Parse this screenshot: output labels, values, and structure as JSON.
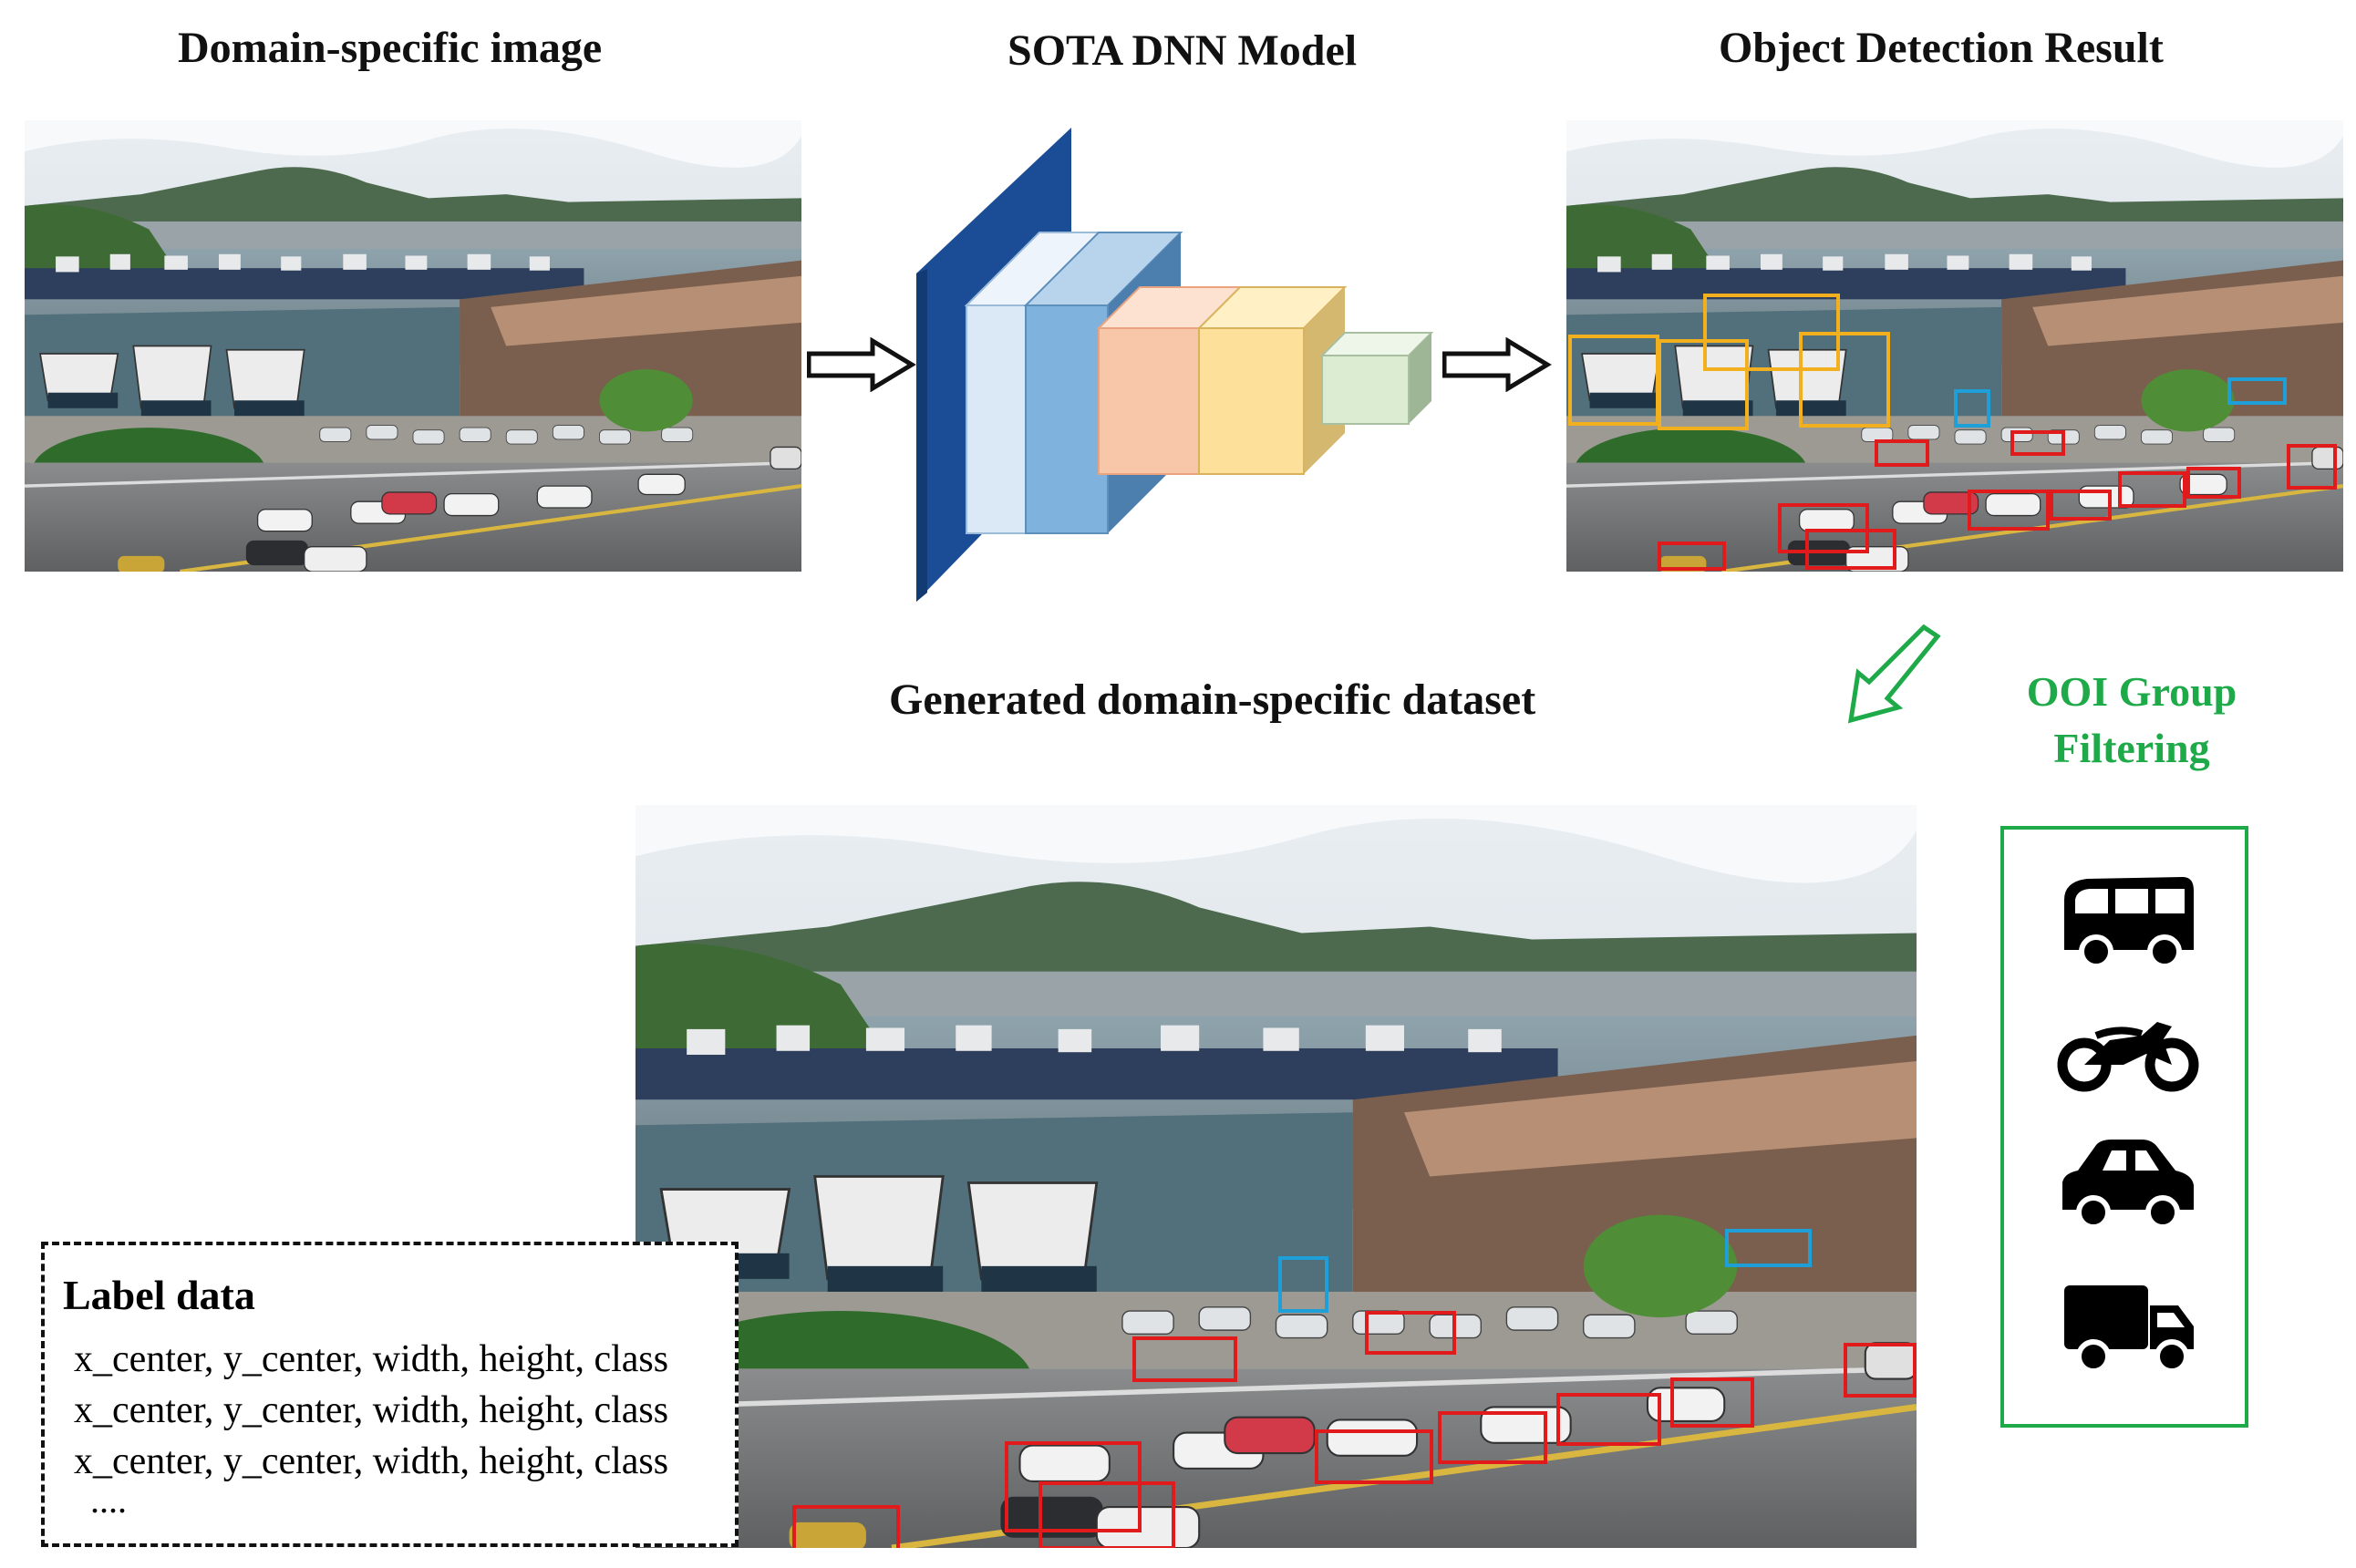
{
  "titles": {
    "input_image": "Domain-specific image",
    "model": "SOTA DNN Model",
    "detection_result": "Object Detection Result",
    "dataset": "Generated domain-specific dataset",
    "filter_line1": "OOI Group",
    "filter_line2": "Filtering"
  },
  "label_panel": {
    "title": "Label data",
    "rows": [
      "x_center, y_center, width, height, class",
      "x_center, y_center, width, height, class",
      "x_center, y_center, width, height, class"
    ],
    "ellipsis": "...."
  },
  "filter_icons": [
    "bus-icon",
    "motorcycle-icon",
    "car-icon",
    "truck-icon"
  ],
  "colors": {
    "car_box": "#e11b1b",
    "ship_box": "#f2b01e",
    "other_box": "#1f9fd8",
    "filter_accent": "#1faa4a",
    "model_layer_1": "#1f57a3",
    "model_layer_2": "#dbe8f5",
    "model_layer_3": "#7fb3de",
    "model_layer_4": "#f8c6a8",
    "model_layer_5": "#fde09a",
    "model_layer_6": "#dcecd3"
  }
}
